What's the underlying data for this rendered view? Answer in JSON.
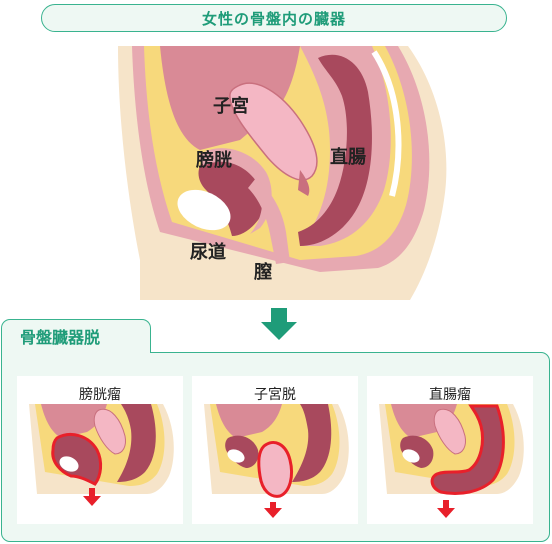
{
  "title": "女性の骨盤内の臓器",
  "labels": {
    "uterus": "子宮",
    "bladder": "膀胱",
    "rectum": "直腸",
    "urethra": "尿道",
    "vagina": "膣"
  },
  "section": {
    "title": "骨盤臓器脱",
    "cards": [
      {
        "title": "膀胱瘤"
      },
      {
        "title": "子宮脱"
      },
      {
        "title": "直腸瘤"
      }
    ]
  },
  "colors": {
    "accent": "#39b38f",
    "highlight": "#e8202a"
  }
}
